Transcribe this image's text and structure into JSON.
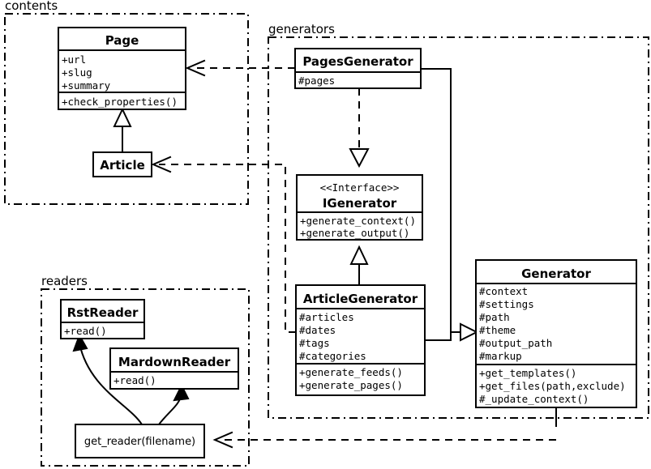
{
  "diagram": {
    "type": "uml-class-diagram",
    "packages": [
      {
        "id": "contents",
        "label": "contents"
      },
      {
        "id": "generators",
        "label": "generators"
      },
      {
        "id": "readers",
        "label": "readers"
      }
    ],
    "classes": [
      {
        "id": "page",
        "name": "Page",
        "stereotype": "",
        "package": "contents",
        "attributes": [
          "+url",
          "+slug",
          "+summary"
        ],
        "operations": [
          "+check_properties()"
        ]
      },
      {
        "id": "article",
        "name": "Article",
        "stereotype": "",
        "package": "contents",
        "attributes": [],
        "operations": []
      },
      {
        "id": "pagesgenerator",
        "name": "PagesGenerator",
        "stereotype": "",
        "package": "generators",
        "attributes": [
          "#pages"
        ],
        "operations": []
      },
      {
        "id": "igenerator",
        "name": "IGenerator",
        "stereotype": "<<Interface>>",
        "package": "generators",
        "attributes": [],
        "operations": [
          "+generate_context()",
          "+generate_output()"
        ]
      },
      {
        "id": "articlegenerator",
        "name": "ArticleGenerator",
        "stereotype": "",
        "package": "generators",
        "attributes": [
          "#articles",
          "#dates",
          "#tags",
          "#categories"
        ],
        "operations": [
          "+generate_feeds()",
          "+generate_pages()"
        ]
      },
      {
        "id": "generator",
        "name": "Generator",
        "stereotype": "",
        "package": "generators",
        "attributes": [
          "#context",
          "#settings",
          "#path",
          "#theme",
          "#output_path",
          "#markup"
        ],
        "operations": [
          "+get_templates()",
          "+get_files(path,exclude)",
          "#_update_context()"
        ]
      },
      {
        "id": "rstreader",
        "name": "RstReader",
        "stereotype": "",
        "package": "readers",
        "attributes": [],
        "operations": [
          "+read()"
        ]
      },
      {
        "id": "mardownreader",
        "name": "MardownReader",
        "stereotype": "",
        "package": "readers",
        "attributes": [],
        "operations": [
          "+read()"
        ]
      }
    ],
    "functions": [
      {
        "id": "get_reader",
        "name": "get_reader(filename)",
        "package": "readers"
      }
    ],
    "relationships": [
      {
        "from": "article",
        "to": "page",
        "type": "generalization"
      },
      {
        "from": "pagesgenerator",
        "to": "igenerator",
        "type": "realization"
      },
      {
        "from": "articlegenerator",
        "to": "igenerator",
        "type": "generalization"
      },
      {
        "from": "pagesgenerator",
        "to": "generator",
        "type": "generalization"
      },
      {
        "from": "articlegenerator",
        "to": "generator",
        "type": "generalization"
      },
      {
        "from": "pagesgenerator",
        "to": "page",
        "type": "dependency"
      },
      {
        "from": "articlegenerator",
        "to": "article",
        "type": "dependency"
      },
      {
        "from": "generator",
        "to": "get_reader",
        "type": "dependency"
      },
      {
        "from": "get_reader",
        "to": "rstreader",
        "type": "creates"
      },
      {
        "from": "get_reader",
        "to": "mardownreader",
        "type": "creates"
      }
    ],
    "colors": {
      "stroke": "#000000",
      "fill": "#ffffff",
      "background": "#ffffff"
    }
  }
}
